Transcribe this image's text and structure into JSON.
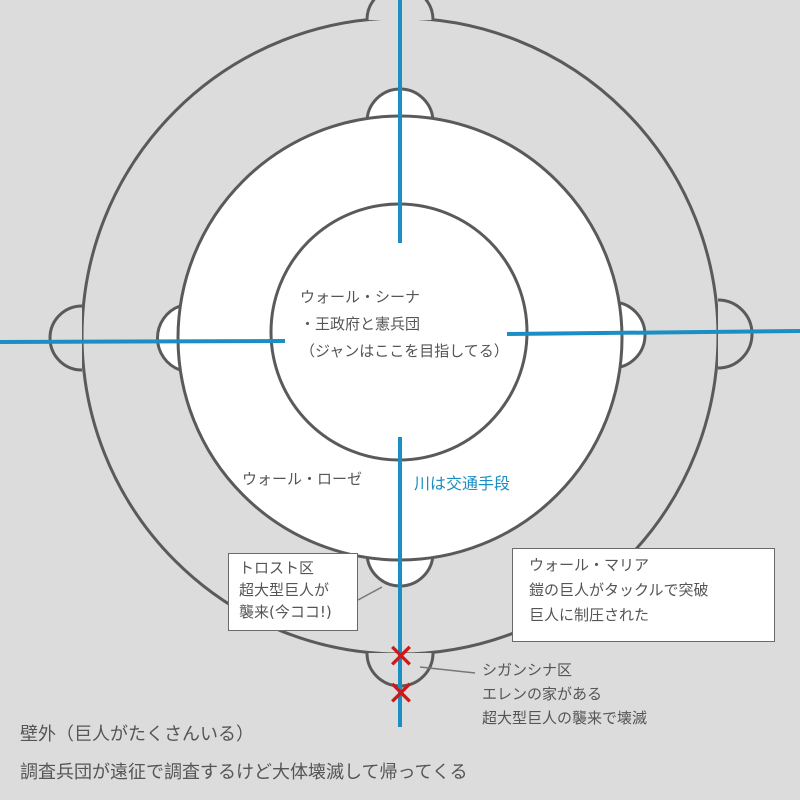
{
  "colors": {
    "river": "#1b8ec3",
    "wall": "#5a5a5a",
    "mark": "#d01818",
    "background": "#dcdcdc",
    "land": "#ffffff"
  },
  "walls": {
    "sina": {
      "title": "ウォール・シーナ",
      "line2": "・王政府と憲兵団",
      "line3": "（ジャンはここを目指してる）"
    },
    "rose": {
      "title": "ウォール・ローゼ"
    },
    "maria": {
      "line1": "ウォール・マリア",
      "line2": "鎧の巨人がタックルで突破",
      "line3": "巨人に制圧された"
    }
  },
  "river_label": "川は交通手段",
  "trost": {
    "line1": "トロスト区",
    "line2": "超大型巨人が",
    "line3": "襲来(今ココ!)"
  },
  "shiganshina": {
    "line1": "シガンシナ区",
    "line2": "エレンの家がある",
    "line3": "超大型巨人の襲来で壊滅"
  },
  "outside": {
    "line1": "壁外（巨人がたくさんいる）",
    "line2": "調査兵団が遠征で調査するけど大体壊滅して帰ってくる"
  },
  "breach_marks": [
    "✕",
    "✕"
  ]
}
